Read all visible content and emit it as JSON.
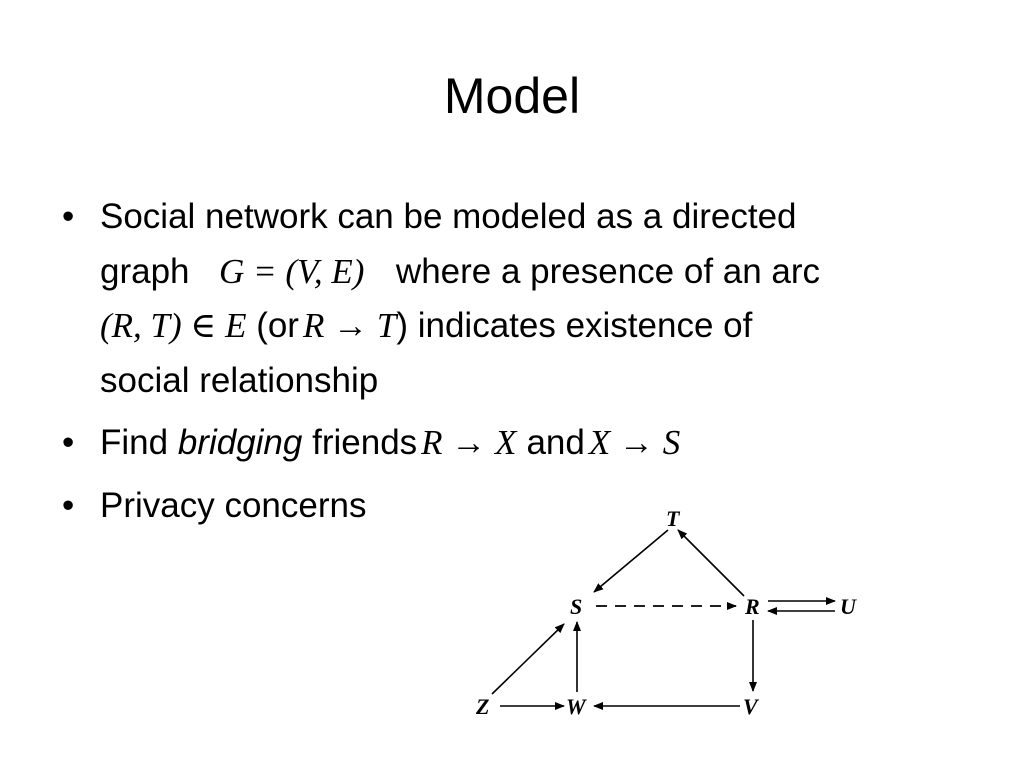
{
  "slide": {
    "title": "Model",
    "bullet_char": "•",
    "bullets": {
      "b1": {
        "line1": "Social network can be modeled as a directed",
        "graph_word": "graph",
        "math_graph": "G = (V, E)",
        "where_text": "where a presence of an arc",
        "math_arc": "(R, T) ∈ E",
        "or_text": "(or",
        "math_rt": "R → T",
        "indicates_text": ") indicates existence of",
        "line4": "social relationship"
      },
      "b2": {
        "find": "Find",
        "bridging": "bridging",
        "friends": "friends",
        "math_rx": "R → X",
        "and": "and",
        "math_xs": "X → S"
      },
      "b3": {
        "text": "Privacy concerns"
      }
    }
  },
  "graph": {
    "nodes": {
      "T": "T",
      "S": "S",
      "R": "R",
      "U": "U",
      "Z": "Z",
      "W": "W",
      "V": "V"
    }
  }
}
